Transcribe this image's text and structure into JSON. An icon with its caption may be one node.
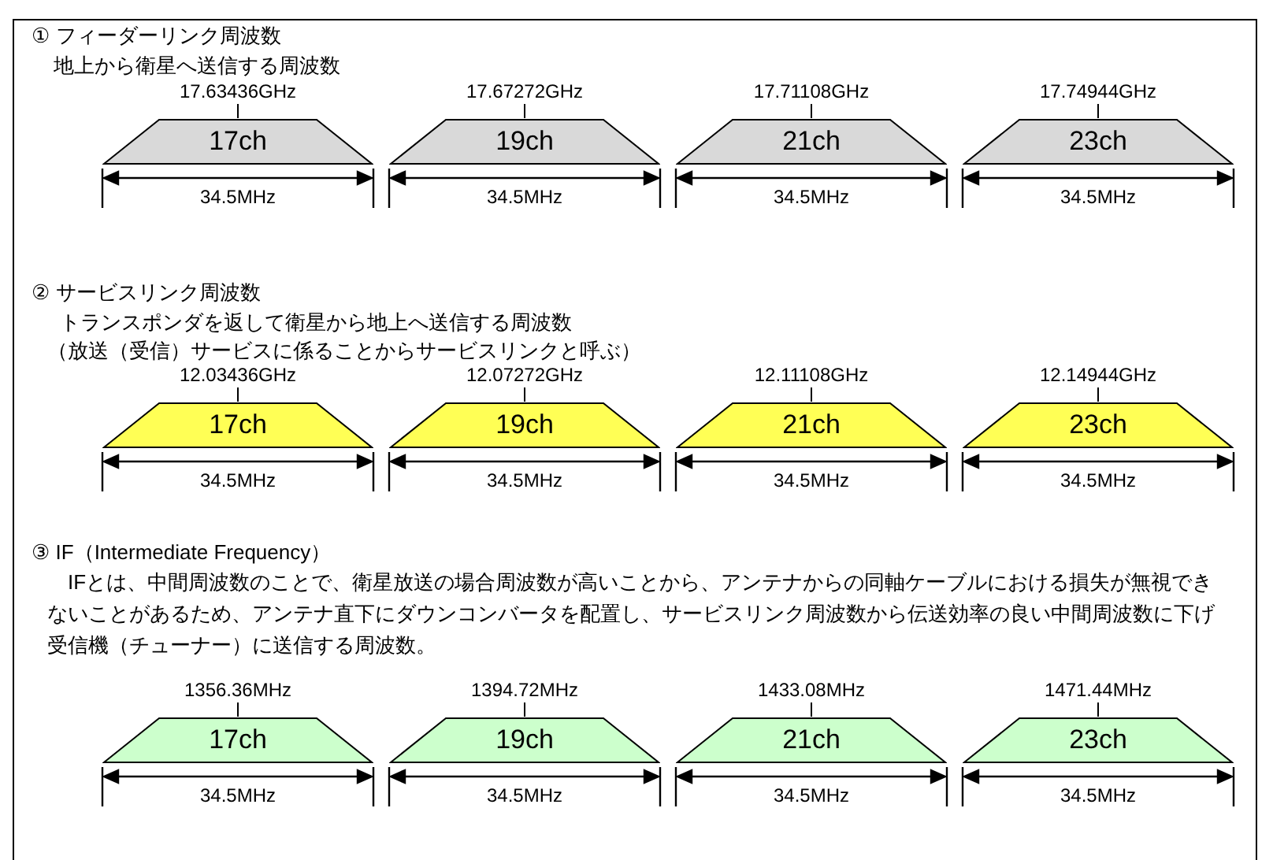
{
  "diagram": {
    "nodes": [
      {
        "text": [
          "17ch"
        ],
        "beside": [
          "17.63436GHz"
        ]
      },
      {
        "text": [
          "19ch"
        ],
        "beside": [
          "17.67272GHz"
        ]
      },
      {
        "text": [
          "21ch"
        ],
        "beside": [
          "17.71108GHz"
        ]
      },
      {
        "text": [
          "23ch"
        ],
        "beside": [
          "17.74944GHz"
        ]
      },
      {
        "text": [
          "17ch"
        ],
        "beside": [
          "12.03436GHz"
        ]
      },
      {
        "text": [
          "19ch"
        ],
        "beside": [
          "12.07272GHz"
        ]
      },
      {
        "text": [
          "21ch"
        ],
        "beside": [
          "12.11108GHz"
        ]
      },
      {
        "text": [
          "23ch"
        ],
        "beside": [
          "12.14944GHz"
        ]
      },
      {
        "text": [
          "17ch"
        ],
        "beside": [
          "1356.36MHz"
        ]
      },
      {
        "text": [
          "19ch"
        ],
        "beside": [
          "1394.72MHz"
        ]
      },
      {
        "text": [
          "21ch"
        ],
        "beside": [
          "1433.08MHz"
        ]
      },
      {
        "text": [
          "23ch"
        ],
        "beside": [
          "1471.44MHz"
        ]
      }
    ],
    "labels": [
      "① フィーダーリンク周波数",
      "地上から衛星へ送信する周波数",
      "34.5MHz",
      "34.5MHz",
      "34.5MHz",
      "34.5MHz",
      "② サービスリンク周波数",
      "トランスポンダを返して衛星から地上へ送信する周波数",
      "（放送（受信）サービスに係ることからサービスリンクと呼ぶ）",
      "34.5MHz",
      "34.5MHz",
      "34.5MHz",
      "34.5MHz",
      "③ IF（Intermediate Frequency）",
      "IFとは、中間周波数のことで、衛星放送の場合周波数が高いことから、アンテナからの同軸ケーブルにおける損失が無視できないことがあるため、アンテナ直下にダウンコンバータを配置し、サービスリンク周波数から伝送効率の良い中間周波数に下げ受信機（チューナー）に送信する周波数。",
      "34.5MHz",
      "34.5MHz",
      "34.5MHz",
      "34.5MHz"
    ]
  }
}
